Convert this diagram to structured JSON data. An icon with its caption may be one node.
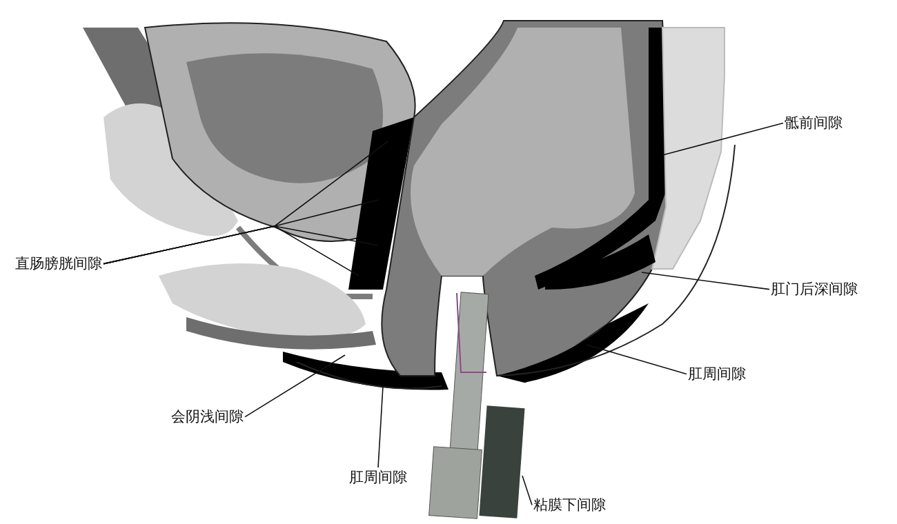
{
  "diagram": {
    "nodes": [
      {
        "text": [
          "骶前间隙"
        ]
      },
      {
        "text": [
          "直肠膀胱间隙"
        ]
      },
      {
        "text": [
          "肛门后深间隙"
        ]
      },
      {
        "text": [
          "肛周间隙"
        ]
      },
      {
        "text": [
          "会阴浅间隙"
        ]
      },
      {
        "text": [
          "肛周间隙"
        ]
      },
      {
        "text": [
          "粘膜下间隙"
        ]
      }
    ],
    "edges": [
      {
        "from": 0,
        "to": null,
        "arrow": "none"
      },
      {
        "from": 1,
        "to": null,
        "arrow": "none"
      },
      {
        "from": 1,
        "to": null,
        "arrow": "none"
      },
      {
        "from": 1,
        "to": null,
        "arrow": "none"
      },
      {
        "from": 1,
        "to": null,
        "arrow": "none"
      },
      {
        "from": 2,
        "to": null,
        "arrow": "none"
      },
      {
        "from": 3,
        "to": null,
        "arrow": "none"
      },
      {
        "from": 4,
        "to": null,
        "arrow": "none"
      },
      {
        "from": 5,
        "to": null,
        "arrow": "none"
      },
      {
        "from": 6,
        "to": null,
        "arrow": "none"
      }
    ]
  }
}
